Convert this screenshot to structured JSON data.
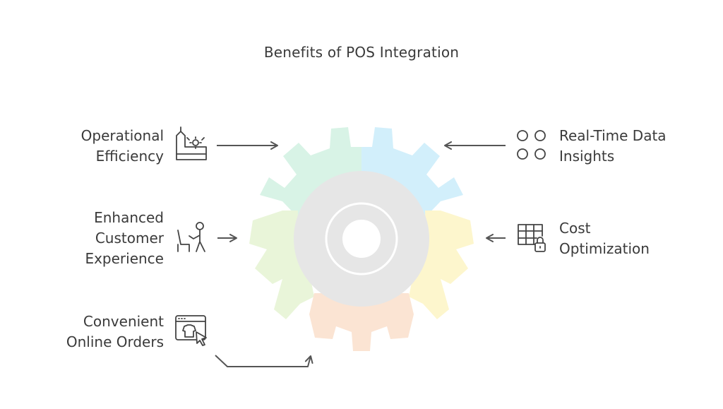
{
  "title": "Benefits of POS Integration",
  "benefits": {
    "operational": {
      "line1": "Operational",
      "line2": "Efficiency",
      "icon": "factory-gear-icon"
    },
    "customer": {
      "line1": "Enhanced",
      "line2": "Customer",
      "line3": "Experience",
      "icon": "person-chair-icon"
    },
    "online": {
      "line1": "Convenient",
      "line2": "Online Orders",
      "icon": "browser-shirt-cursor-icon"
    },
    "realtime": {
      "line1": "Real-Time Data",
      "line2": "Insights",
      "icon": "four-circles-icon"
    },
    "cost": {
      "line1": "Cost",
      "line2": "Optimization",
      "icon": "spreadsheet-lock-icon"
    }
  },
  "colors": {
    "green": "#d8f3e6",
    "blue": "#d2effb",
    "lime": "#e9f5d9",
    "yellow": "#fdf6cd",
    "orange": "#fbe4d3",
    "center_ring": "#e6e6e6",
    "line": "#555555"
  }
}
